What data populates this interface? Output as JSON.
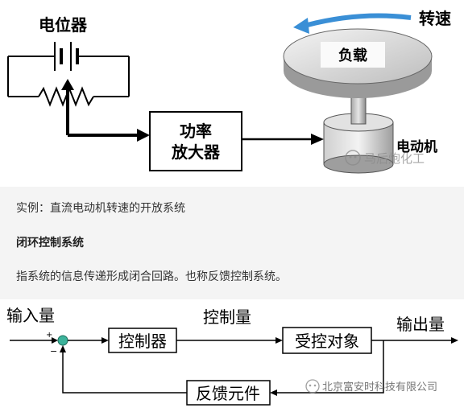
{
  "top_diagram": {
    "potentiometer_label": "电位器",
    "amplifier_line1": "功率",
    "amplifier_line2": "放大器",
    "load_label": "负载",
    "speed_label": "转速",
    "motor_label": "电动机",
    "watermark_text": "马后炮化工"
  },
  "text_section": {
    "caption": "实例：直流电动机转速的开放系统",
    "heading": "闭环控制系统",
    "definition": "指系统的信息传递形成闭合回路。也称反馈控制系统。"
  },
  "bottom_diagram": {
    "input_label": "输入量",
    "control_label": "控制量",
    "output_label": "输出量",
    "controller_label": "控制器",
    "plant_label": "受控对象",
    "feedback_label": "反馈元件",
    "plus_sign": "+",
    "minus_sign": "−",
    "watermark_text": "北京富安时科技有限公司"
  },
  "colors": {
    "block_fill": "#ffffff",
    "line": "#000000",
    "summing_junction": "#3cb39b",
    "speed_arrow": "#3a8fd6",
    "text_band": "#f4f4f4",
    "watermark": "#8a8a8a"
  }
}
